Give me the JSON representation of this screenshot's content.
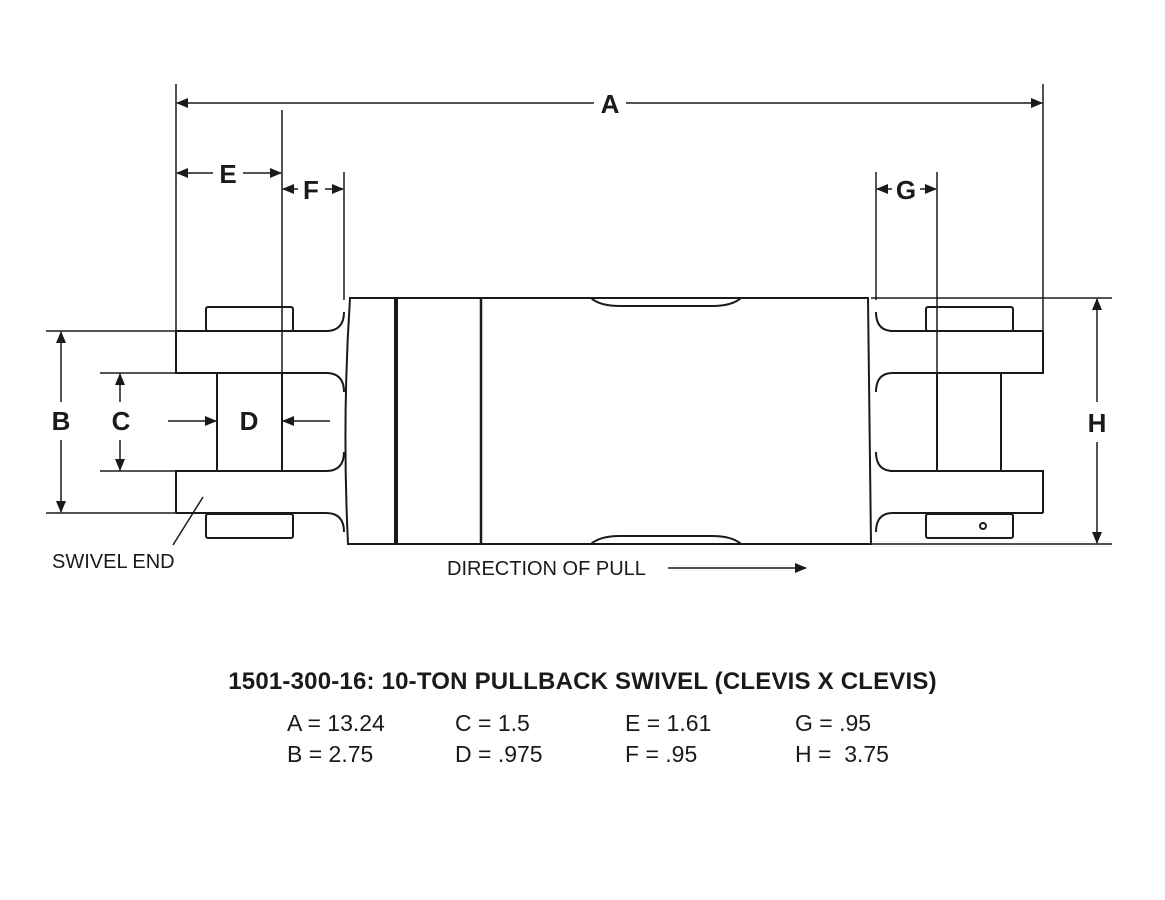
{
  "diagram": {
    "dimension_labels": {
      "A": "A",
      "B": "B",
      "C": "C",
      "D": "D",
      "E": "E",
      "F": "F",
      "G": "G",
      "H": "H"
    },
    "notes": {
      "swivel_end": "SWIVEL END",
      "direction": "DIRECTION OF PULL"
    }
  },
  "title": "1501-300-16: 10-TON PULLBACK SWIVEL (CLEVIS X CLEVIS)",
  "specs": [
    [
      "A = 13.24",
      "C = 1.5",
      "E = 1.61",
      "G = .95"
    ],
    [
      "B = 2.75",
      "D = .975",
      "F = .95",
      "H =  3.75"
    ]
  ]
}
